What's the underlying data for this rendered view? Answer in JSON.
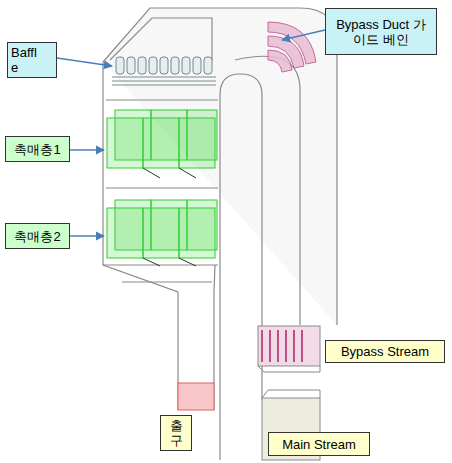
{
  "diagram": {
    "nodes": [
      {
        "text": [
          "Baffle"
        ]
      },
      {
        "text": [
          "Bypass Duct 가이드 베인"
        ]
      },
      {
        "text": [
          "촉매층1"
        ]
      },
      {
        "text": [
          "촉매층2"
        ]
      },
      {
        "text": [
          "Bypass Stream"
        ]
      },
      {
        "text": [
          "출구"
        ]
      },
      {
        "text": [
          "Main Stream"
        ]
      }
    ]
  }
}
